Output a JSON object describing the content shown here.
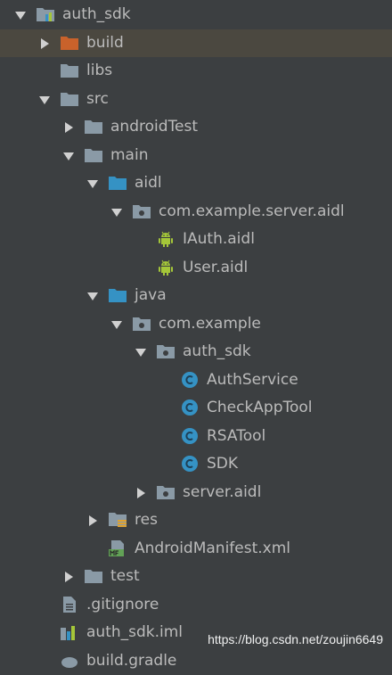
{
  "tree": [
    {
      "label": "auth_sdk",
      "depth": 0,
      "arrow": "down",
      "icon": "module-folder-icon",
      "selected": false
    },
    {
      "label": "build",
      "depth": 1,
      "arrow": "right",
      "icon": "orange-folder-icon",
      "selected": true
    },
    {
      "label": "libs",
      "depth": 1,
      "arrow": "none",
      "icon": "folder-icon",
      "selected": false
    },
    {
      "label": "src",
      "depth": 1,
      "arrow": "down",
      "icon": "folder-icon",
      "selected": false
    },
    {
      "label": "androidTest",
      "depth": 2,
      "arrow": "right",
      "icon": "folder-icon",
      "selected": false
    },
    {
      "label": "main",
      "depth": 2,
      "arrow": "down",
      "icon": "folder-icon",
      "selected": false
    },
    {
      "label": "aidl",
      "depth": 3,
      "arrow": "down",
      "icon": "blue-source-folder-icon",
      "selected": false
    },
    {
      "label": "com.example.server.aidl",
      "depth": 4,
      "arrow": "down",
      "icon": "package-icon",
      "selected": false
    },
    {
      "label": "IAuth.aidl",
      "depth": 5,
      "arrow": "none",
      "icon": "android-icon",
      "selected": false
    },
    {
      "label": "User.aidl",
      "depth": 5,
      "arrow": "none",
      "icon": "android-icon",
      "selected": false
    },
    {
      "label": "java",
      "depth": 3,
      "arrow": "down",
      "icon": "blue-source-folder-icon",
      "selected": false
    },
    {
      "label": "com.example",
      "depth": 4,
      "arrow": "down",
      "icon": "package-icon",
      "selected": false
    },
    {
      "label": "auth_sdk",
      "depth": 5,
      "arrow": "down",
      "icon": "package-icon",
      "selected": false
    },
    {
      "label": "AuthService",
      "depth": 6,
      "arrow": "none",
      "icon": "class-icon",
      "selected": false
    },
    {
      "label": "CheckAppTool",
      "depth": 6,
      "arrow": "none",
      "icon": "class-icon",
      "selected": false
    },
    {
      "label": "RSATool",
      "depth": 6,
      "arrow": "none",
      "icon": "class-icon",
      "selected": false
    },
    {
      "label": "SDK",
      "depth": 6,
      "arrow": "none",
      "icon": "class-icon",
      "selected": false
    },
    {
      "label": "server.aidl",
      "depth": 5,
      "arrow": "right",
      "icon": "package-icon",
      "selected": false
    },
    {
      "label": "res",
      "depth": 3,
      "arrow": "right",
      "icon": "resource-folder-icon",
      "selected": false
    },
    {
      "label": "AndroidManifest.xml",
      "depth": 3,
      "arrow": "none",
      "icon": "manifest-icon",
      "selected": false
    },
    {
      "label": "test",
      "depth": 2,
      "arrow": "right",
      "icon": "folder-icon",
      "selected": false
    },
    {
      "label": ".gitignore",
      "depth": 1,
      "arrow": "none",
      "icon": "text-file-icon",
      "selected": false
    },
    {
      "label": "auth_sdk.iml",
      "depth": 1,
      "arrow": "none",
      "icon": "module-file-icon",
      "selected": false
    },
    {
      "label": "build.gradle",
      "depth": 1,
      "arrow": "none",
      "icon": "gradle-icon",
      "selected": false
    }
  ],
  "watermark": "https://blog.csdn.net/zoujin6649",
  "colors": {
    "background": "#3c3f41",
    "selected_row": "#4b4840",
    "text": "#bbbbbb",
    "folder": "#8a9aa6",
    "orange_folder": "#c9622b",
    "blue_folder": "#3592c4",
    "android": "#a4c639",
    "class": "#3592c4"
  }
}
